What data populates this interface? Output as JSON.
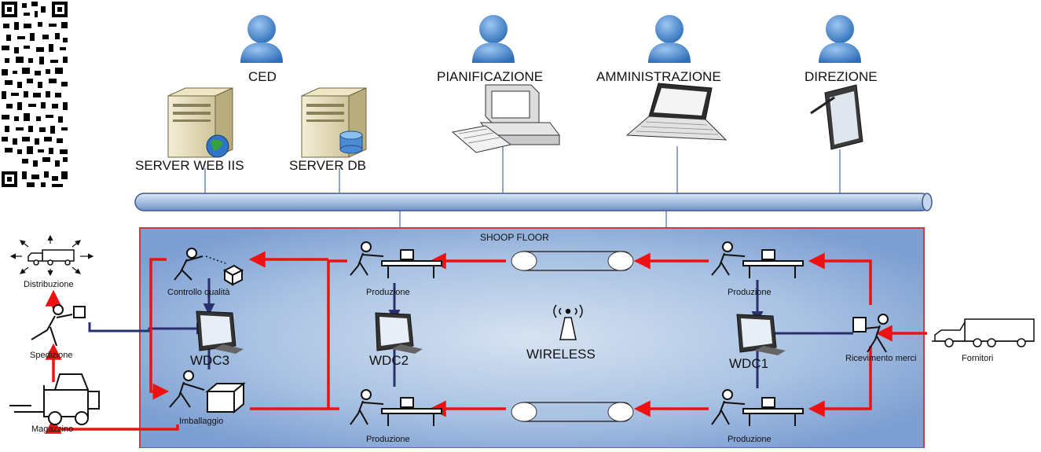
{
  "top": {
    "users": [
      "CED",
      "PIANIFICAZIONE",
      "AMMINISTRAZIONE",
      "DIREZIONE"
    ],
    "servers": [
      "SERVER WEB IIS",
      "SERVER DB"
    ]
  },
  "shop_floor": {
    "title": "SHOOP FLOOR",
    "wireless": "WIRELESS",
    "terminals": [
      "WDC1",
      "WDC2",
      "WDC3"
    ],
    "stations": {
      "controllo": "Controllo qualità",
      "imballaggio": "Imballaggio",
      "prod_tl": "Produzione",
      "prod_tr": "Produzione",
      "prod_bl": "Produzione",
      "prod_br": "Produzione",
      "ricevimento": "Ricevimento merci"
    }
  },
  "outside": {
    "distribuzione": "Distribuzione",
    "spedizione": "Spedizione",
    "magazzino": "Magazzino",
    "fornitori": "Fornitori"
  },
  "colors": {
    "flow_arrow": "#ee1111",
    "data_link": "#2a2f6e",
    "floor_fill": "#8fb0dc",
    "floor_border": "#d23b3b",
    "backbone": "#a8c1e3",
    "user_icon": "#3f7fc8"
  }
}
